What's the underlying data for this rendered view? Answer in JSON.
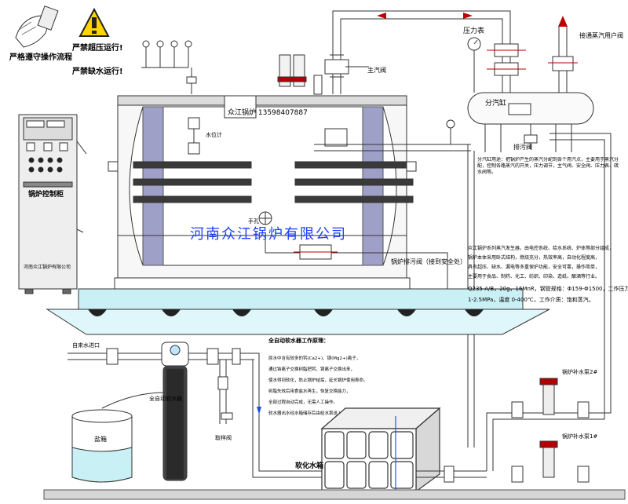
{
  "safety": {
    "operate_rule": "严格遵守操作流程",
    "no_overpressure": "严禁超压运行!",
    "no_lowwater": "严禁缺水运行!"
  },
  "boiler": {
    "nameplate": "众江锅炉 13598407887",
    "handhole": "手孔",
    "water_level_label": "水位计",
    "main_valve": "主汽阀",
    "drain_pipe": "锅炉排污阀（接到安全处）"
  },
  "steam_header": {
    "title": "分汽缸",
    "pressure_gauge": "压力表",
    "to_user": "接通蒸汽用户阀",
    "drain": "排污阀",
    "note": "分汽缸用途：把锅炉产生的蒸汽分配到各个用汽点，主要用于蒸汽分配，控制各路蒸汽的开关，压力调节，主气阀、安全阀、压力表、疏水阀等。"
  },
  "control_cabinet": {
    "title": "锅炉控制柜",
    "maker": "河南众江锅炉有限公司"
  },
  "watermark": "河南众江锅炉有限公司",
  "spec_text": [
    "众江锅炉系列蒸汽发生器，由电控系统、给水系统、炉体等部分组成，",
    "锅炉本体采用卧式结构，燃烧充分，热效率高，自动化程度高，",
    "具有超压、缺水、漏电等多重保护功能，安全可靠，操作简单，",
    "主要用于食品、制药、化工、纺织、印染、造纸、酿酒等行业。",
    "Q235-A/B，20g，16MnR，钢管规格：Φ159-Φ1500，工作压力",
    "1-2.5MPa，温度 0-400℃，工作介质：饱和蒸汽。"
  ],
  "water_treatment": {
    "raw_water": "自来水进口",
    "auto_softener": "全自动软水器",
    "salt_tank": "盐箱",
    "brine_pipe": "取样阀",
    "soft_tank": "软化水箱",
    "title": "全自动软水器工作原理：",
    "desc": [
      "原水中含有较多的钙(Ca2+)、镁(Mg2+)离子，",
      "通过钠离子交换树脂把钙、镁离子交换出来，",
      "使水得到软化，防止锅炉结垢，延长锅炉使用寿命。",
      "树脂失效后用食盐水再生，恢复交换能力，",
      "全部过程自动完成，无需人工操作。",
      "软水器出水经水箱储存后由给水泵送入锅炉。"
    ]
  },
  "pumps": {
    "pump2": "锅炉补水泵2#",
    "pump1": "锅炉补水泵1#"
  }
}
